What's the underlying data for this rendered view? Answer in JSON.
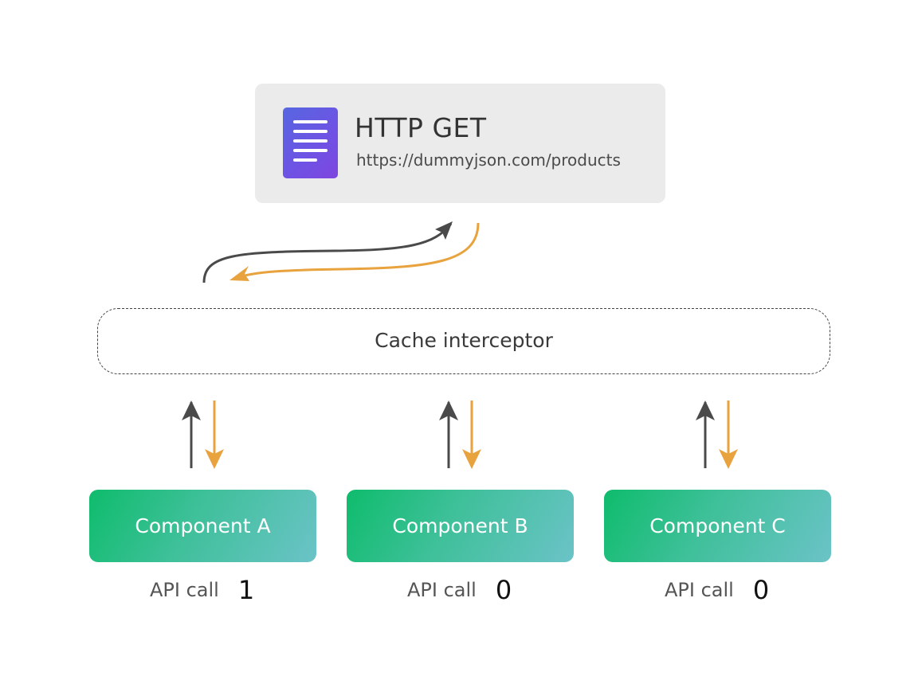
{
  "request": {
    "method": "HTTP GET",
    "url": "https://dummyjson.com/products",
    "icon": "document-icon"
  },
  "interceptor": {
    "label": "Cache interceptor"
  },
  "components": [
    {
      "name": "Component A",
      "api_label": "API call",
      "api_count": "1"
    },
    {
      "name": "Component B",
      "api_label": "API call",
      "api_count": "0"
    },
    {
      "name": "Component C",
      "api_label": "API call",
      "api_count": "0"
    }
  ],
  "colors": {
    "request_arrow": "#4a4a4a",
    "response_arrow": "#e8a33e",
    "component_gradient_start": "#0ebc6c",
    "component_gradient_end": "#6bc3c7",
    "icon_gradient_start": "#5667e0",
    "icon_gradient_end": "#7f46df"
  }
}
